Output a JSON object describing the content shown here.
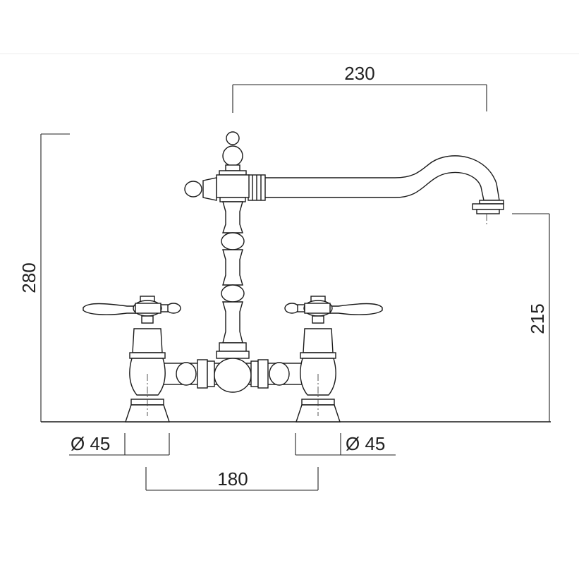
{
  "dimensions": {
    "spout_reach": "230",
    "total_height": "280",
    "spout_height": "215",
    "left_base_diameter": "Ø 45",
    "right_base_diameter": "Ø 45",
    "centre_distance": "180"
  }
}
